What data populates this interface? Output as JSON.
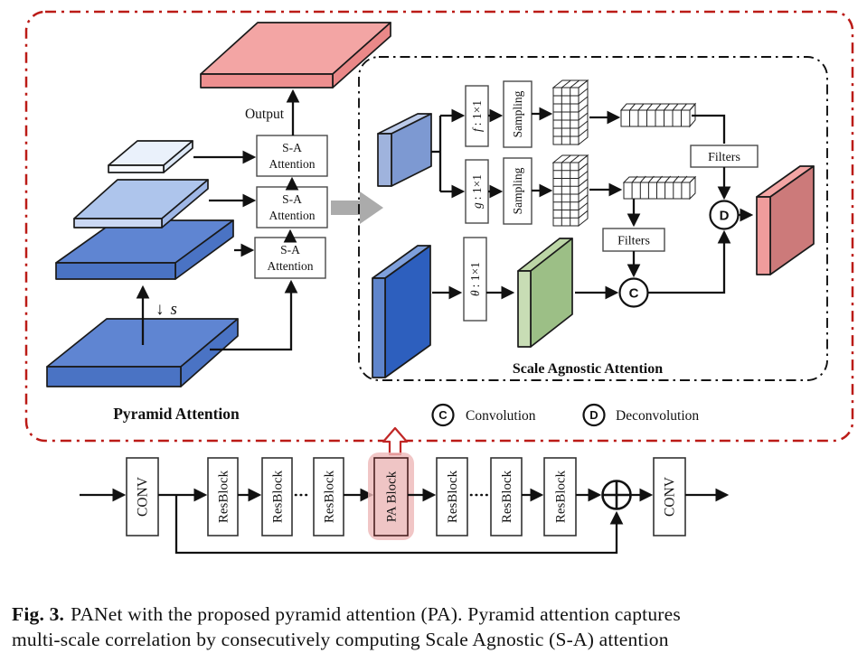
{
  "pyramid": {
    "title": "Pyramid Attention",
    "output_label": "Output",
    "downsample_arrow": "↓",
    "downsample_scale": "s",
    "sa_line1": "S-A",
    "sa_line2": "Attention"
  },
  "inner_box": {
    "title": "Scale Agnostic Attention",
    "f": "f",
    "g": "g",
    "theta": "θ",
    "kernel": ": 1×1",
    "sampling": "Sampling",
    "filters": "Filters"
  },
  "legend": {
    "c": "C",
    "d": "D",
    "convolution": "Convolution",
    "deconvolution": "Deconvolution"
  },
  "network": {
    "conv": "CONV",
    "resblock": "ResBlock",
    "pa_block": "PA Block"
  },
  "caption": {
    "fig_label": "Fig. 3.",
    "line1": "PANet with the proposed pyramid attention (PA). Pyramid attention captures",
    "line2": "multi-scale correlation by consecutively computing Scale Agnostic (S-A) attention"
  },
  "colors": {
    "border_red": "#bb1b17",
    "inner_border_black": "#111111",
    "pa_highlight_pink": "#edb8b8",
    "pa_block_fill": "#efc5c5",
    "output_slab_pink_top": "#f3a5a4",
    "output_slab_pink_front": "#ee8f8f",
    "plane_blue_pale": "#eaf1fb",
    "plane_blue_light": "#aec5ec",
    "plane_blue": "#5f85d2",
    "plane_blue_front": "#4a73c4",
    "input_slab_blue": "#2d5fbe",
    "small_slab_blue": "#7d99d2",
    "green_slab": "#9cbf86",
    "orange_cells": "#f0a374",
    "gray_cells": "#c8c8c8",
    "gray_block_arrow": "#ababab",
    "wire_black": "#111111"
  }
}
